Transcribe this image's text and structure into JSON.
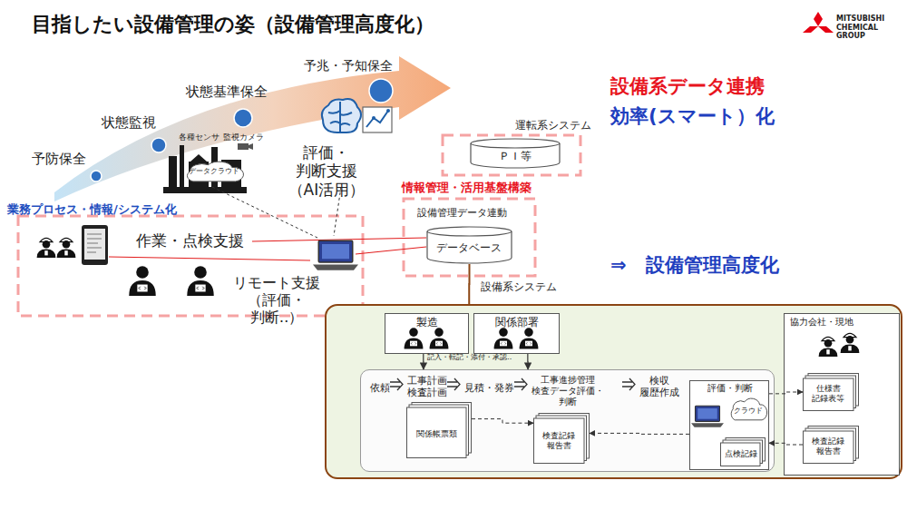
{
  "diagram": {
    "title": "目指したい設備管理の姿（設備管理高度化）",
    "nodes": [
      {
        "text": [
          "データクラウド"
        ]
      },
      {
        "text": [
          "ＰＩ等"
        ]
      },
      {
        "text": [
          "設備管理データ連動",
          "データベース"
        ]
      },
      {
        "text": [
          "設備系システム"
        ]
      },
      {
        "text": [
          "製造"
        ],
        "in": 3
      },
      {
        "text": [
          "関係部署"
        ],
        "in": 3
      },
      {
        "text": [
          "依頼",
          "工事計画 検査計画",
          "見積・発券",
          "工事進捗管理 検査データ評価・判断",
          "検収 履歴作成"
        ],
        "in": 3
      },
      {
        "text": [
          "関係帳票類"
        ],
        "in": 6
      },
      {
        "text": [
          "検査記録 報告書"
        ],
        "in": 6
      },
      {
        "text": [
          "評価・判断"
        ],
        "in": 6
      },
      {
        "text": [
          "クラウド"
        ],
        "in": 9
      },
      {
        "text": [
          "点検記録"
        ],
        "in": 9
      },
      {
        "text": [
          "協力会社・現地"
        ],
        "in": 3
      },
      {
        "text": [
          "仕様書 記録表等"
        ],
        "in": 12
      },
      {
        "text": [
          "検査記録 報告書"
        ],
        "in": 12
      }
    ],
    "edges": [
      {
        "from": 2,
        "to": 3,
        "arrow": "none"
      },
      {
        "from": 4,
        "to": 6,
        "arrow": "to"
      },
      {
        "from": 5,
        "to": 6,
        "arrow": "to"
      },
      {
        "from": 7,
        "to": 8,
        "arrow": "to"
      },
      {
        "from": 9,
        "to": 13,
        "arrow": "to"
      },
      {
        "from": 14,
        "to": 9,
        "arrow": "to"
      },
      {
        "from": 9,
        "to": 8,
        "arrow": "to"
      }
    ],
    "labels": [
      "MITSUBISHI CHEMICAL GROUP",
      "予防保全",
      "状態監視",
      "状態基準保全",
      "予兆・予知保全",
      "各種センサ",
      "監視カメラ",
      "評価・判断支援 （AI活用）",
      "業務プロセス・情報/システム化",
      "作業・点検支援",
      "リモート支援 （評価・判断‥）",
      "運転系システム",
      "情報管理・活用基盤構築",
      "記入・転記・添付・承認‥",
      "設備系データ連携",
      "効率(スマート）化",
      "⇒　設備管理高度化"
    ]
  }
}
